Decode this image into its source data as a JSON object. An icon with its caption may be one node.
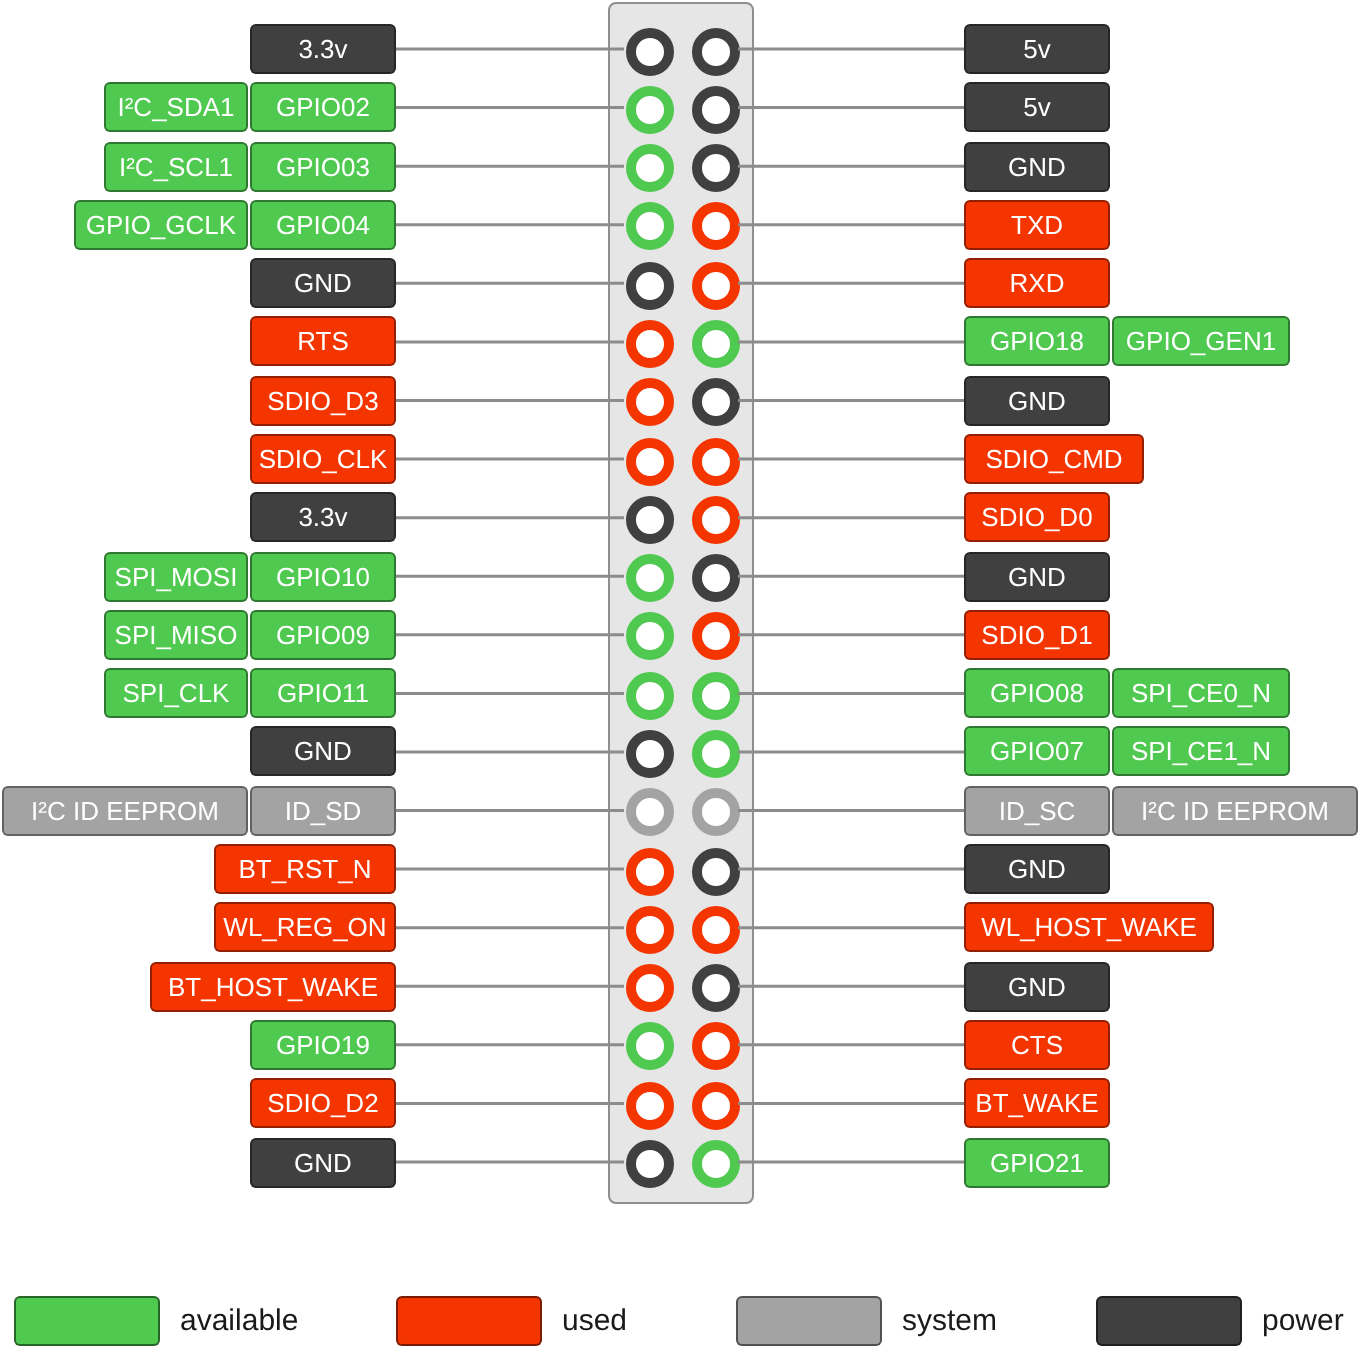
{
  "diagram": {
    "nodes": [
      {
        "text": [],
        "shape": "box"
      },
      {
        "text": [
          "3.3v"
        ]
      },
      {
        "text": [],
        "shape": "circle",
        "in": 0
      },
      {
        "text": [],
        "shape": "circle",
        "in": 0
      },
      {
        "text": [
          "5v"
        ]
      },
      {
        "text": [
          "I²C_SDA1"
        ]
      },
      {
        "text": [
          "GPIO02"
        ]
      },
      {
        "text": [],
        "shape": "circle",
        "in": 0
      },
      {
        "text": [],
        "shape": "circle",
        "in": 0
      },
      {
        "text": [
          "5v"
        ]
      },
      {
        "text": [
          "I²C_SCL1"
        ]
      },
      {
        "text": [
          "GPIO03"
        ]
      },
      {
        "text": [],
        "shape": "circle",
        "in": 0
      },
      {
        "text": [],
        "shape": "circle",
        "in": 0
      },
      {
        "text": [
          "GND"
        ]
      },
      {
        "text": [
          "GPIO_GCLK"
        ]
      },
      {
        "text": [
          "GPIO04"
        ]
      },
      {
        "text": [],
        "shape": "circle",
        "in": 0
      },
      {
        "text": [],
        "shape": "circle",
        "in": 0
      },
      {
        "text": [
          "TXD"
        ]
      },
      {
        "text": [
          "GND"
        ]
      },
      {
        "text": [],
        "shape": "circle",
        "in": 0
      },
      {
        "text": [],
        "shape": "circle",
        "in": 0
      },
      {
        "text": [
          "RXD"
        ]
      },
      {
        "text": [
          "RTS"
        ]
      },
      {
        "text": [],
        "shape": "circle",
        "in": 0
      },
      {
        "text": [],
        "shape": "circle",
        "in": 0
      },
      {
        "text": [
          "GPIO18"
        ]
      },
      {
        "text": [
          "GPIO_GEN1"
        ]
      },
      {
        "text": [
          "SDIO_D3"
        ]
      },
      {
        "text": [],
        "shape": "circle",
        "in": 0
      },
      {
        "text": [],
        "shape": "circle",
        "in": 0
      },
      {
        "text": [
          "GND"
        ]
      },
      {
        "text": [
          "SDIO_CLK"
        ]
      },
      {
        "text": [],
        "shape": "circle",
        "in": 0
      },
      {
        "text": [],
        "shape": "circle",
        "in": 0
      },
      {
        "text": [
          "SDIO_CMD"
        ]
      },
      {
        "text": [
          "3.3v"
        ]
      },
      {
        "text": [],
        "shape": "circle",
        "in": 0
      },
      {
        "text": [],
        "shape": "circle",
        "in": 0
      },
      {
        "text": [
          "SDIO_D0"
        ]
      },
      {
        "text": [
          "SPI_MOSI"
        ]
      },
      {
        "text": [
          "GPIO10"
        ]
      },
      {
        "text": [],
        "shape": "circle",
        "in": 0
      },
      {
        "text": [],
        "shape": "circle",
        "in": 0
      },
      {
        "text": [
          "GND"
        ]
      },
      {
        "text": [
          "SPI_MISO"
        ]
      },
      {
        "text": [
          "GPIO09"
        ]
      },
      {
        "text": [],
        "shape": "circle",
        "in": 0
      },
      {
        "text": [],
        "shape": "circle",
        "in": 0
      },
      {
        "text": [
          "SDIO_D1"
        ]
      },
      {
        "text": [
          "SPI_CLK"
        ]
      },
      {
        "text": [
          "GPIO11"
        ]
      },
      {
        "text": [],
        "shape": "circle",
        "in": 0
      },
      {
        "text": [],
        "shape": "circle",
        "in": 0
      },
      {
        "text": [
          "GPIO08"
        ]
      },
      {
        "text": [
          "SPI_CE0_N"
        ]
      },
      {
        "text": [
          "GND"
        ]
      },
      {
        "text": [],
        "shape": "circle",
        "in": 0
      },
      {
        "text": [],
        "shape": "circle",
        "in": 0
      },
      {
        "text": [
          "GPIO07"
        ]
      },
      {
        "text": [
          "SPI_CE1_N"
        ]
      },
      {
        "text": [
          "I²C ID EEPROM"
        ]
      },
      {
        "text": [
          "ID_SD"
        ]
      },
      {
        "text": [],
        "shape": "circle",
        "in": 0
      },
      {
        "text": [],
        "shape": "circle",
        "in": 0
      },
      {
        "text": [
          "ID_SC"
        ]
      },
      {
        "text": [
          "I²C ID EEPROM"
        ]
      },
      {
        "text": [
          "BT_RST_N"
        ]
      },
      {
        "text": [],
        "shape": "circle",
        "in": 0
      },
      {
        "text": [],
        "shape": "circle",
        "in": 0
      },
      {
        "text": [
          "GND"
        ]
      },
      {
        "text": [
          "WL_REG_ON"
        ]
      },
      {
        "text": [],
        "shape": "circle",
        "in": 0
      },
      {
        "text": [],
        "shape": "circle",
        "in": 0
      },
      {
        "text": [
          "WL_HOST_WAKE"
        ]
      },
      {
        "text": [
          "BT_HOST_WAKE"
        ]
      },
      {
        "text": [],
        "shape": "circle",
        "in": 0
      },
      {
        "text": [],
        "shape": "circle",
        "in": 0
      },
      {
        "text": [
          "GND"
        ]
      },
      {
        "text": [
          "GPIO19"
        ]
      },
      {
        "text": [],
        "shape": "circle",
        "in": 0
      },
      {
        "text": [],
        "shape": "circle",
        "in": 0
      },
      {
        "text": [
          "CTS"
        ]
      },
      {
        "text": [
          "SDIO_D2"
        ]
      },
      {
        "text": [],
        "shape": "circle",
        "in": 0
      },
      {
        "text": [],
        "shape": "circle",
        "in": 0
      },
      {
        "text": [
          "BT_WAKE"
        ]
      },
      {
        "text": [
          "GND"
        ]
      },
      {
        "text": [],
        "shape": "circle",
        "in": 0
      },
      {
        "text": [],
        "shape": "circle",
        "in": 0
      },
      {
        "text": [
          "GPIO21"
        ]
      }
    ],
    "edges": [
      {
        "from": 1,
        "to": 2,
        "arrow": "none"
      },
      {
        "from": 4,
        "to": 3,
        "arrow": "none"
      },
      {
        "from": 6,
        "to": 7,
        "arrow": "none"
      },
      {
        "from": 9,
        "to": 8,
        "arrow": "none"
      },
      {
        "from": 11,
        "to": 12,
        "arrow": "none"
      },
      {
        "from": 14,
        "to": 13,
        "arrow": "none"
      },
      {
        "from": 16,
        "to": 17,
        "arrow": "none"
      },
      {
        "from": 19,
        "to": 18,
        "arrow": "none"
      },
      {
        "from": 20,
        "to": 21,
        "arrow": "none"
      },
      {
        "from": 23,
        "to": 22,
        "arrow": "none"
      },
      {
        "from": 24,
        "to": 25,
        "arrow": "none"
      },
      {
        "from": 27,
        "to": 26,
        "arrow": "none"
      },
      {
        "from": 29,
        "to": 30,
        "arrow": "none"
      },
      {
        "from": 32,
        "to": 31,
        "arrow": "none"
      },
      {
        "from": 33,
        "to": 34,
        "arrow": "none"
      },
      {
        "from": 36,
        "to": 35,
        "arrow": "none"
      },
      {
        "from": 37,
        "to": 38,
        "arrow": "none"
      },
      {
        "from": 40,
        "to": 39,
        "arrow": "none"
      },
      {
        "from": 42,
        "to": 43,
        "arrow": "none"
      },
      {
        "from": 45,
        "to": 44,
        "arrow": "none"
      },
      {
        "from": 47,
        "to": 48,
        "arrow": "none"
      },
      {
        "from": 50,
        "to": 49,
        "arrow": "none"
      },
      {
        "from": 52,
        "to": 53,
        "arrow": "none"
      },
      {
        "from": 55,
        "to": 54,
        "arrow": "none"
      },
      {
        "from": 57,
        "to": 58,
        "arrow": "none"
      },
      {
        "from": 60,
        "to": 59,
        "arrow": "none"
      },
      {
        "from": 63,
        "to": 64,
        "arrow": "none"
      },
      {
        "from": 66,
        "to": 65,
        "arrow": "none"
      },
      {
        "from": 68,
        "to": 69,
        "arrow": "none"
      },
      {
        "from": 71,
        "to": 70,
        "arrow": "none"
      },
      {
        "from": 72,
        "to": 73,
        "arrow": "none"
      },
      {
        "from": 75,
        "to": 74,
        "arrow": "none"
      },
      {
        "from": 76,
        "to": 77,
        "arrow": "none"
      },
      {
        "from": 79,
        "to": 78,
        "arrow": "none"
      },
      {
        "from": 80,
        "to": 81,
        "arrow": "none"
      },
      {
        "from": 83,
        "to": 82,
        "arrow": "none"
      },
      {
        "from": 84,
        "to": 85,
        "arrow": "none"
      },
      {
        "from": 87,
        "to": 86,
        "arrow": "none"
      },
      {
        "from": 88,
        "to": 89,
        "arrow": "none"
      },
      {
        "from": 91,
        "to": 90,
        "arrow": "none"
      }
    ],
    "legend": [
      {
        "text": "available",
        "color": "#4fc94f"
      },
      {
        "text": "used",
        "color": "#f43500"
      },
      {
        "text": "system",
        "color": "#a3a3a3"
      },
      {
        "text": "power",
        "color": "#404040"
      }
    ]
  }
}
